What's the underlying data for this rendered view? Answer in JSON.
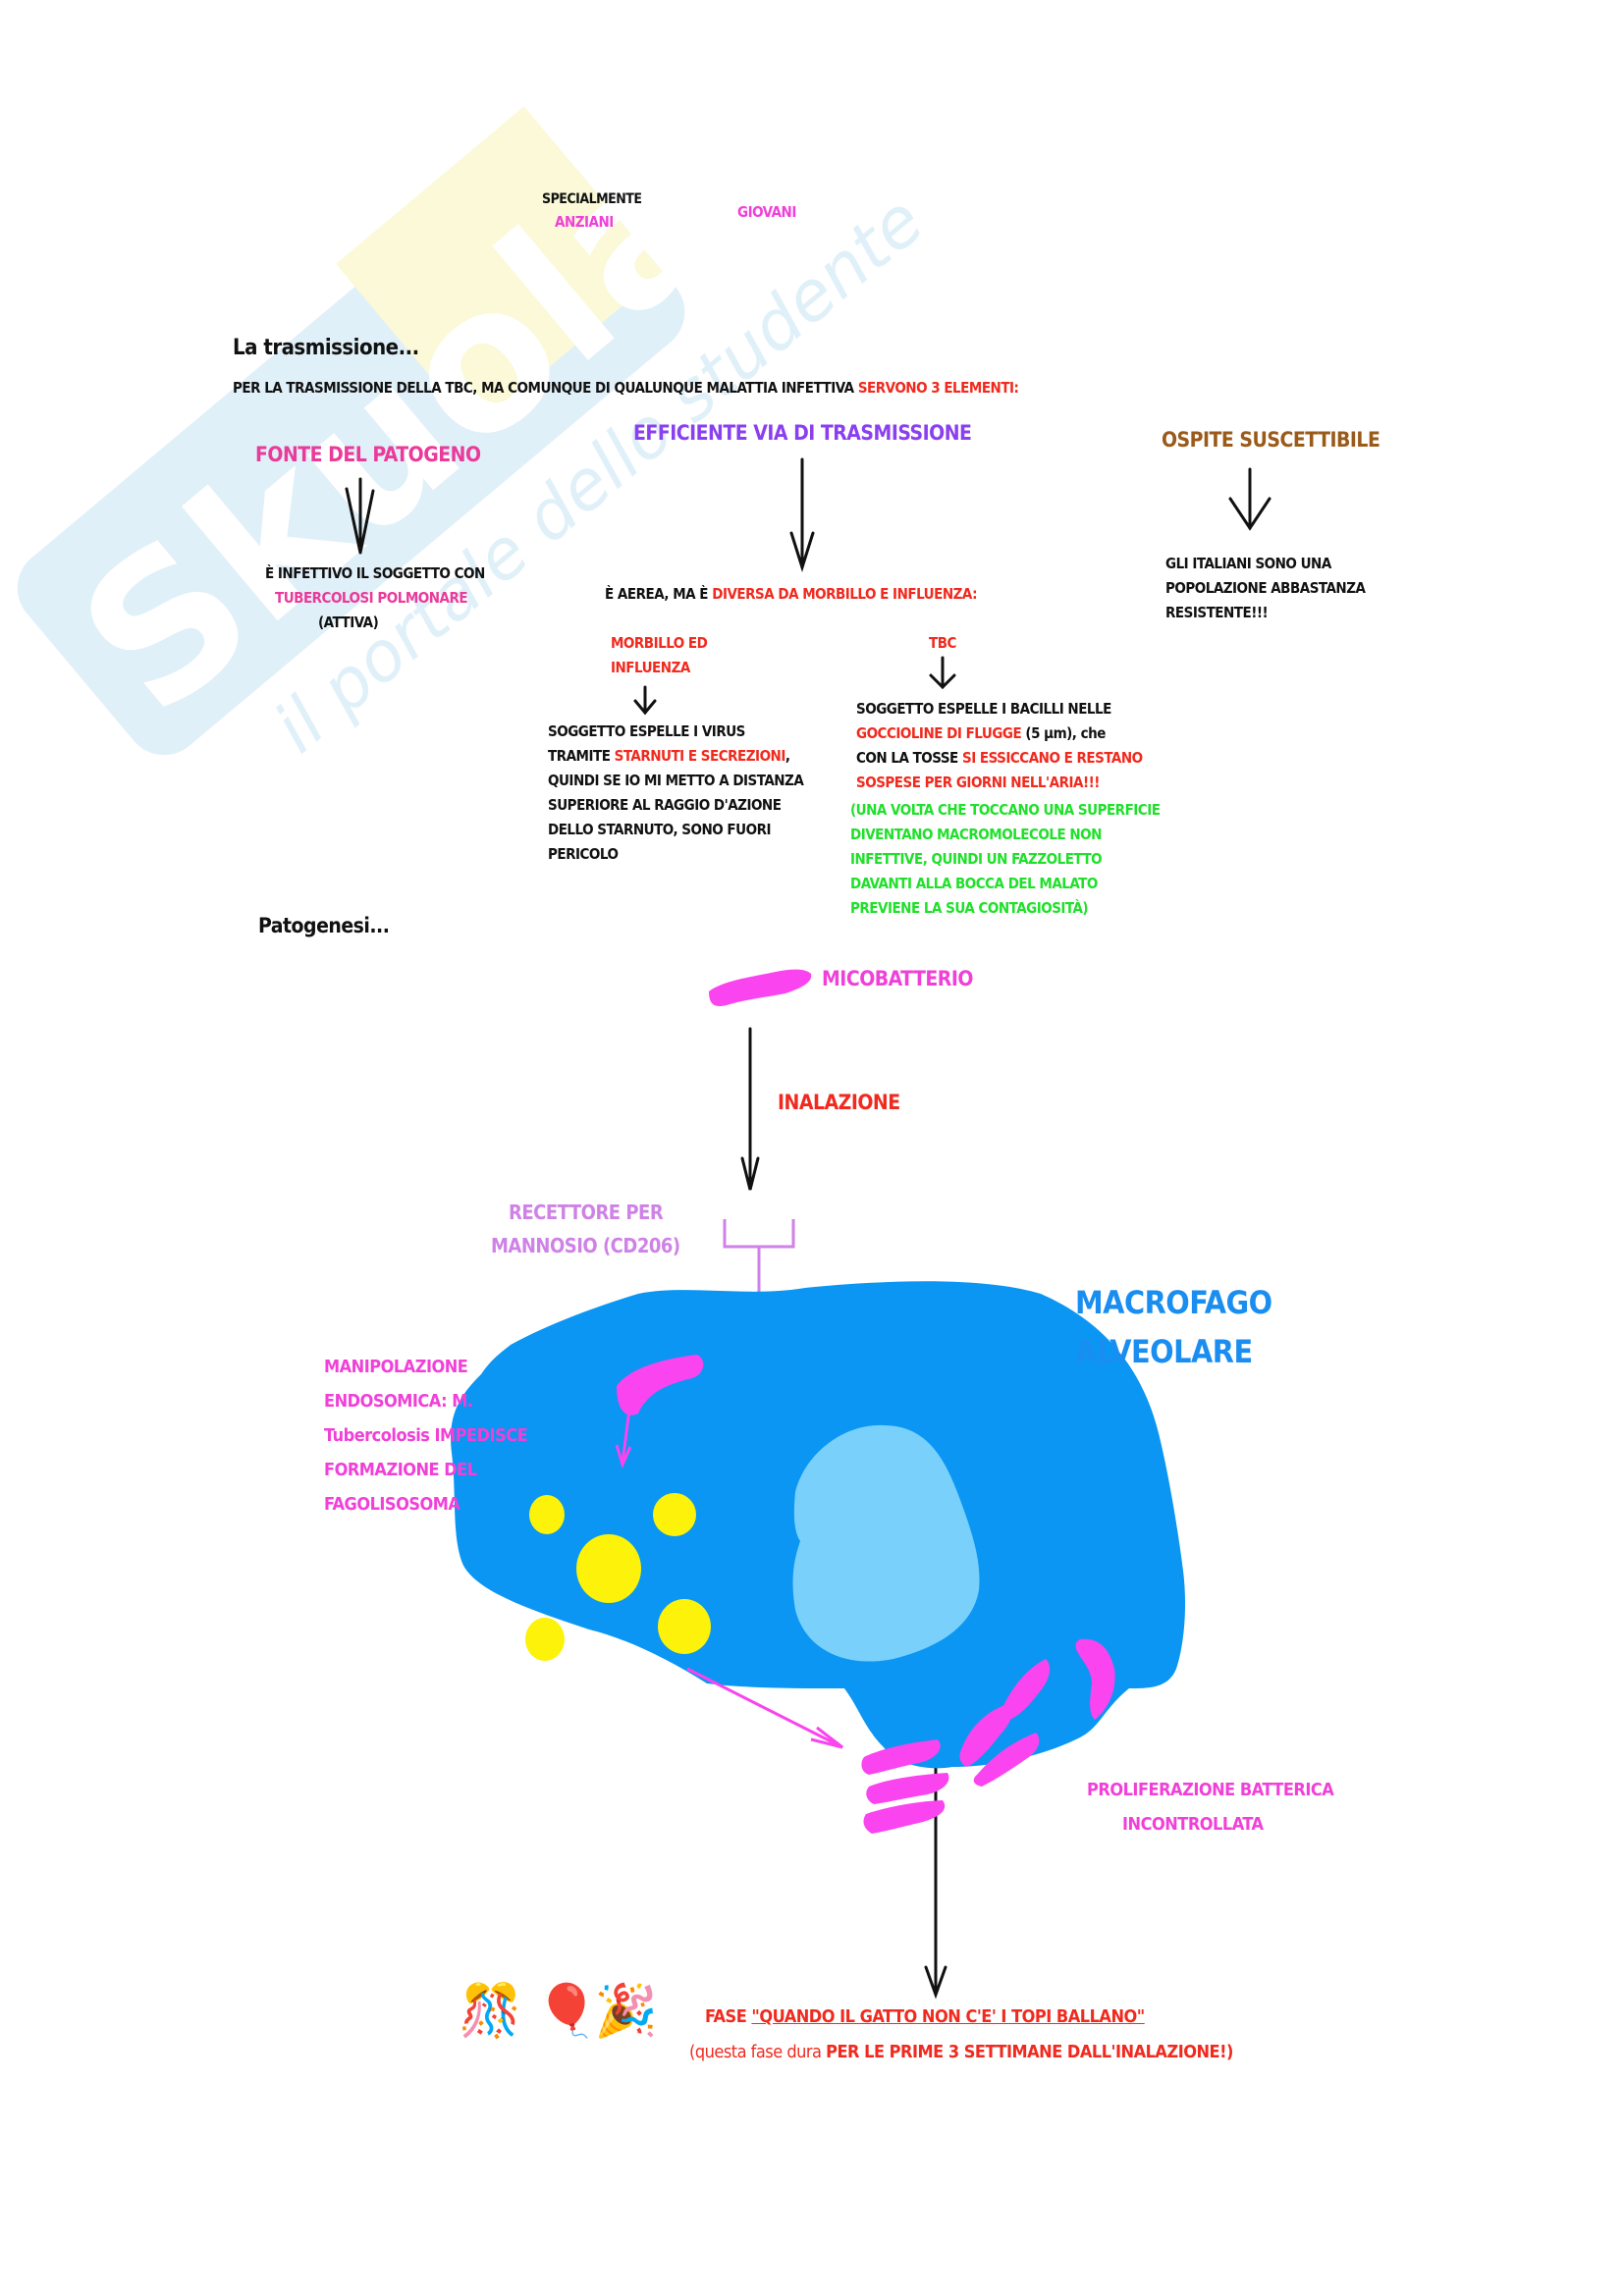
{
  "watermark": {
    "brand": "Skuola.net",
    "tagline": "il portale dello studente"
  },
  "top_labels": {
    "specialmente": "SPECIALMENTE",
    "anziani": "ANZIANI",
    "giovani": "GIOVANI"
  },
  "transmission": {
    "heading": "La trasmissione...",
    "intro_black": "PER LA TRASMISSIONE DELLA TBC, MA COMUNQUE DI QUALUNQUE MALATTIA INFETTIVA ",
    "intro_red": "SERVONO 3 ELEMENTI:",
    "elements": [
      {
        "title": "FONTE DEL PATOGENO",
        "lines": [
          "È INFETTIVO IL SOGGETTO CON",
          "TUBERCOLOSI POLMONARE",
          "(ATTIVA)"
        ]
      },
      {
        "title": "EFFICIENTE VIA DI TRASMISSIONE",
        "line_black": "È AEREA, MA È ",
        "line_red": "DIVERSA DA MORBILLO E INFLUENZA:"
      },
      {
        "title": "OSPITE SUSCETTIBILE",
        "lines": [
          "GLI ITALIANI SONO UNA",
          "POPOLAZIONE ABBASTANZA",
          "RESISTENTE!!!"
        ]
      }
    ],
    "morbillo": {
      "title_lines": [
        "MORBILLO ED",
        "INFLUENZA"
      ],
      "line1": "SOGGETTO ESPELLE I VIRUS",
      "line2_black": "TRAMITE ",
      "line2_red": "STARNUTI E SECREZIONI",
      "line2_end": ",",
      "line3": "QUINDI SE IO MI METTO A DISTANZA",
      "line4": "SUPERIORE AL RAGGIO D'AZIONE",
      "line5": "DELLO STARNUTO, SONO FUORI",
      "line6": "PERICOLO"
    },
    "tbc": {
      "title": "TBC",
      "line1": "SOGGETTO ESPELLE I BACILLI NELLE",
      "line2_red": "GOCCIOLINE DI FLUGGE",
      "line2_black": " (5 μm), che",
      "line3_black": "CON LA TOSSE ",
      "line3_red": "SI ESSICCANO E RESTANO",
      "line4_red": "SOSPESE PER GIORNI NELL'ARIA!!!",
      "note_lines": [
        "(UNA VOLTA CHE TOCCANO UNA SUPERFICIE",
        "DIVENTANO MACROMOLECOLE NON",
        "INFETTIVE, QUINDI UN FAZZOLETTO",
        "DAVANTI ALLA BOCCA DEL MALATO",
        "PREVIENE LA SUA CONTAGIOSITÀ)"
      ]
    }
  },
  "pathogenesis": {
    "heading": "Patogenesi...",
    "mycobacterium_label": "MICOBATTERIO",
    "inhalation_label": "INALAZIONE",
    "receptor_lines": [
      "RECETTORE PER",
      "MANNOSIO (CD206)"
    ],
    "macrophage_lines": [
      "MACROFAGO",
      "ALVEOLARE"
    ],
    "manipulation_lines": [
      "MANIPOLAZIONE",
      "ENDOSOMICA: M.",
      "Tubercolosis IMPEDISCE",
      "FORMAZIONE DEL",
      "FAGOLISOSOMA"
    ],
    "proliferation_lines": [
      "PROLIFERAZIONE BATTERICA",
      "INCONTROLLATA"
    ],
    "phase_prefix": "FASE ",
    "phase_quote": "\"QUANDO IL GATTO NON C'E' I TOPI BALLANO\"",
    "duration_lower": "(questa fase dura ",
    "duration_upper": "PER LE PRIME 3 SETTIMANE DALL'INALAZIONE!)",
    "emojis": [
      "🎊",
      "🎈",
      "🎉"
    ]
  },
  "colors": {
    "cell": "#0a96f2",
    "nucleus": "#78d0fb",
    "bacteria": "#f944ef",
    "granules": "#fcf20a",
    "receptor": "#cf82e6"
  }
}
